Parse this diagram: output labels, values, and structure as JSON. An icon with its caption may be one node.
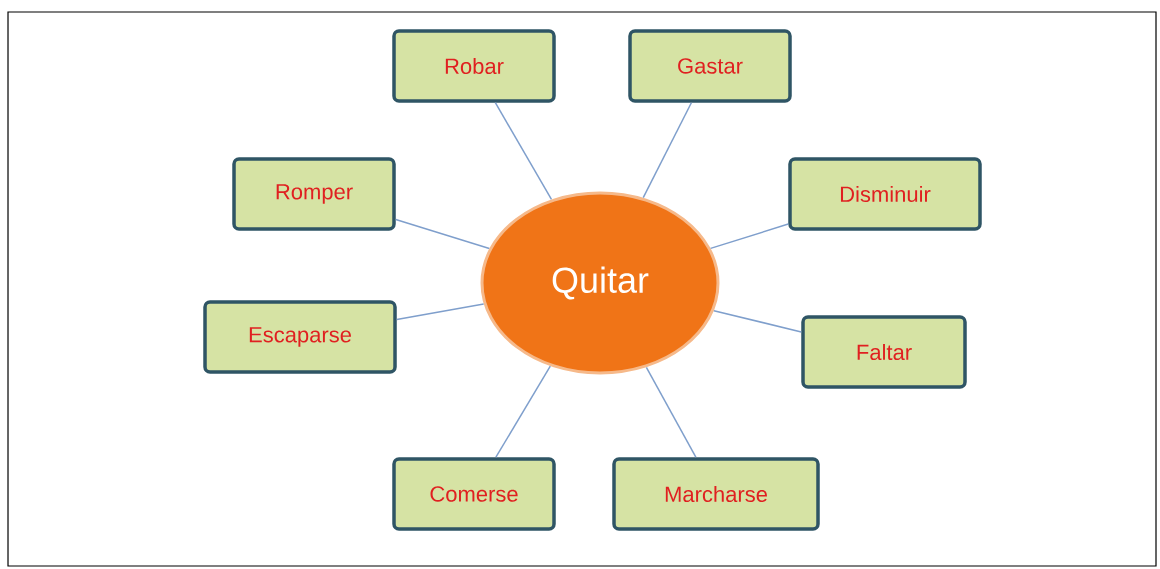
{
  "diagram": {
    "nodes": [
      {
        "text": [
          "Quitar"
        ]
      },
      {
        "text": [
          "Robar"
        ]
      },
      {
        "text": [
          "Gastar"
        ]
      },
      {
        "text": [
          "Romper"
        ]
      },
      {
        "text": [
          "Disminuir"
        ]
      },
      {
        "text": [
          "Escaparse"
        ]
      },
      {
        "text": [
          "Faltar"
        ]
      },
      {
        "text": [
          "Comerse"
        ]
      },
      {
        "text": [
          "Marcharse"
        ]
      }
    ],
    "edges": [
      {
        "from": 0,
        "to": 1,
        "arrow": "none"
      },
      {
        "from": 0,
        "to": 2,
        "arrow": "none"
      },
      {
        "from": 0,
        "to": 3,
        "arrow": "none"
      },
      {
        "from": 0,
        "to": 4,
        "arrow": "none"
      },
      {
        "from": 0,
        "to": 5,
        "arrow": "none"
      },
      {
        "from": 0,
        "to": 6,
        "arrow": "none"
      },
      {
        "from": 0,
        "to": 7,
        "arrow": "none"
      },
      {
        "from": 0,
        "to": 8,
        "arrow": "none"
      }
    ]
  }
}
